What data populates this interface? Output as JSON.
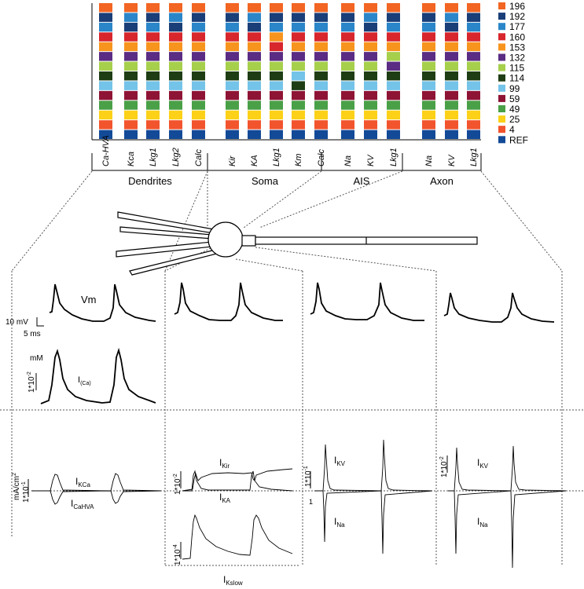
{
  "legend": {
    "items": [
      {
        "label": "196",
        "color": "#f26522"
      },
      {
        "label": "192",
        "color": "#1a3e78"
      },
      {
        "label": "177",
        "color": "#2a86c8"
      },
      {
        "label": "160",
        "color": "#d7262c"
      },
      {
        "label": "153",
        "color": "#f7941d"
      },
      {
        "label": "132",
        "color": "#5b2c83"
      },
      {
        "label": "115",
        "color": "#a6cf4c"
      },
      {
        "label": "114",
        "color": "#1e3d14"
      },
      {
        "label": "99",
        "color": "#74c3e9"
      },
      {
        "label": "59",
        "color": "#8e1435"
      },
      {
        "label": "49",
        "color": "#4aa047"
      },
      {
        "label": "25",
        "color": "#fcd117"
      },
      {
        "label": "4",
        "color": "#f2542d"
      },
      {
        "label": "REF",
        "color": "#134a97"
      }
    ]
  },
  "columns": [
    {
      "label": "Ca-HVA",
      "order": [
        0,
        1,
        2,
        3,
        4,
        5,
        6,
        7,
        8,
        9,
        10,
        11,
        12,
        13
      ]
    },
    {
      "label": "Kca",
      "order": [
        0,
        2,
        1,
        3,
        4,
        5,
        6,
        7,
        8,
        9,
        10,
        11,
        12,
        13
      ]
    },
    {
      "label": "Lkg1",
      "order": [
        0,
        1,
        2,
        3,
        4,
        5,
        6,
        7,
        8,
        9,
        10,
        11,
        12,
        13
      ]
    },
    {
      "label": "Lkg2",
      "order": [
        0,
        2,
        1,
        3,
        4,
        5,
        6,
        7,
        8,
        9,
        10,
        11,
        12,
        13
      ]
    },
    {
      "label": "Calc",
      "order": [
        0,
        1,
        2,
        3,
        4,
        5,
        6,
        7,
        8,
        9,
        10,
        11,
        12,
        13
      ]
    },
    {
      "label": "Kir",
      "order": [
        0,
        1,
        2,
        3,
        4,
        5,
        6,
        7,
        8,
        9,
        10,
        11,
        12,
        13
      ]
    },
    {
      "label": "KA",
      "order": [
        0,
        2,
        1,
        3,
        4,
        5,
        6,
        7,
        8,
        9,
        10,
        11,
        12,
        13
      ]
    },
    {
      "label": "Lkg1",
      "order": [
        0,
        1,
        2,
        4,
        3,
        5,
        6,
        7,
        8,
        9,
        10,
        11,
        12,
        13
      ]
    },
    {
      "label": "Km",
      "order": [
        0,
        1,
        2,
        3,
        4,
        5,
        6,
        8,
        7,
        9,
        10,
        11,
        12,
        13
      ]
    },
    {
      "label": "Calc",
      "order": [
        0,
        1,
        2,
        3,
        4,
        5,
        6,
        7,
        8,
        9,
        10,
        11,
        12,
        13
      ]
    },
    {
      "label": "Na",
      "order": [
        0,
        1,
        2,
        3,
        4,
        5,
        6,
        7,
        8,
        9,
        10,
        11,
        12,
        13
      ]
    },
    {
      "label": "KV",
      "order": [
        0,
        2,
        1,
        3,
        4,
        5,
        6,
        7,
        8,
        9,
        10,
        11,
        12,
        13
      ]
    },
    {
      "label": "Lkg1",
      "order": [
        0,
        1,
        2,
        3,
        4,
        6,
        5,
        7,
        8,
        9,
        10,
        11,
        12,
        13
      ]
    },
    {
      "label": "Na",
      "order": [
        0,
        1,
        2,
        3,
        4,
        5,
        6,
        7,
        8,
        9,
        10,
        11,
        12,
        13
      ]
    },
    {
      "label": "KV",
      "order": [
        0,
        2,
        1,
        3,
        4,
        5,
        6,
        7,
        8,
        9,
        10,
        11,
        12,
        13
      ]
    },
    {
      "label": "Lkg1",
      "order": [
        0,
        1,
        2,
        3,
        4,
        5,
        6,
        7,
        8,
        9,
        10,
        11,
        12,
        13
      ]
    }
  ],
  "groups": {
    "dendrites": "Dendrites",
    "soma": "Soma",
    "ais": "AIS",
    "axon": "Axon"
  },
  "traces": {
    "vm": "Vm",
    "scale_mv": "10 mV",
    "scale_ms": "5 ms",
    "unit_mm": "mM",
    "scale_ca": "1*10",
    "scale_ca_exp": "-2",
    "ica_main": "I",
    "ica_sub": "(Ca)"
  },
  "currents": {
    "unit_main": "mA/cm",
    "unit_sup": "2",
    "scale_dend": "1*10",
    "scale_dend_exp": "-1",
    "scale_soma": "1*10",
    "scale_soma_exp": "-2",
    "scale_kslow": "1*10",
    "scale_kslow_exp": "-4",
    "scale_ais": "1*10",
    "scale_ais_exp": "-1",
    "scale_ais_small": "1",
    "scale_axon": "1*10",
    "scale_axon_exp": "-2",
    "i": "I",
    "kca": "KCa",
    "cahva": "CaHVA",
    "kir": "Kir",
    "ka": "KA",
    "kslow": "Kslow",
    "kv": "KV",
    "na": "Na"
  }
}
